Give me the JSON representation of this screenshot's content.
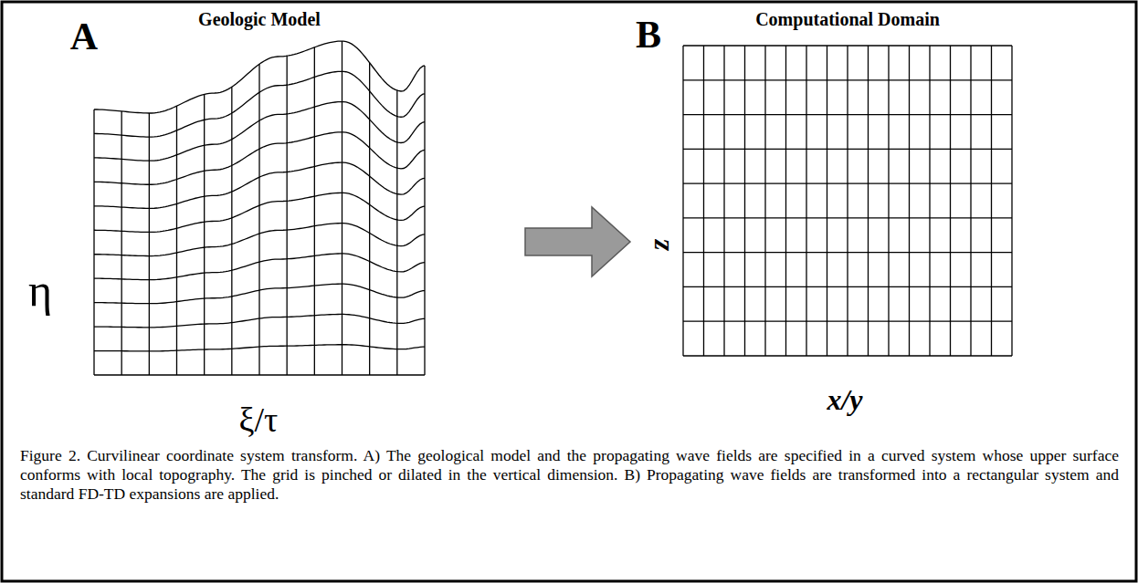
{
  "diagram": {
    "caption": "Figure 2. Curvilinear coordinate system transform. A) The geological model and the propagating wave fields are specified in a curved system whose upper surface conforms with local topography. The grid is pinched or dilated in the vertical dimension. B) Propagating wave fields are transformed into a rectangular system and standard FD-TD expansions are applied.",
    "nodes": [
      {
        "text": [
          "Geologic Model"
        ]
      },
      {
        "text": [
          "Computational Domain"
        ]
      }
    ],
    "edges": [
      {
        "from": 0,
        "to": 1,
        "arrow": "to"
      }
    ],
    "labels": [
      "A",
      "η",
      "ξ/τ",
      "B",
      "z",
      "x/y"
    ]
  }
}
